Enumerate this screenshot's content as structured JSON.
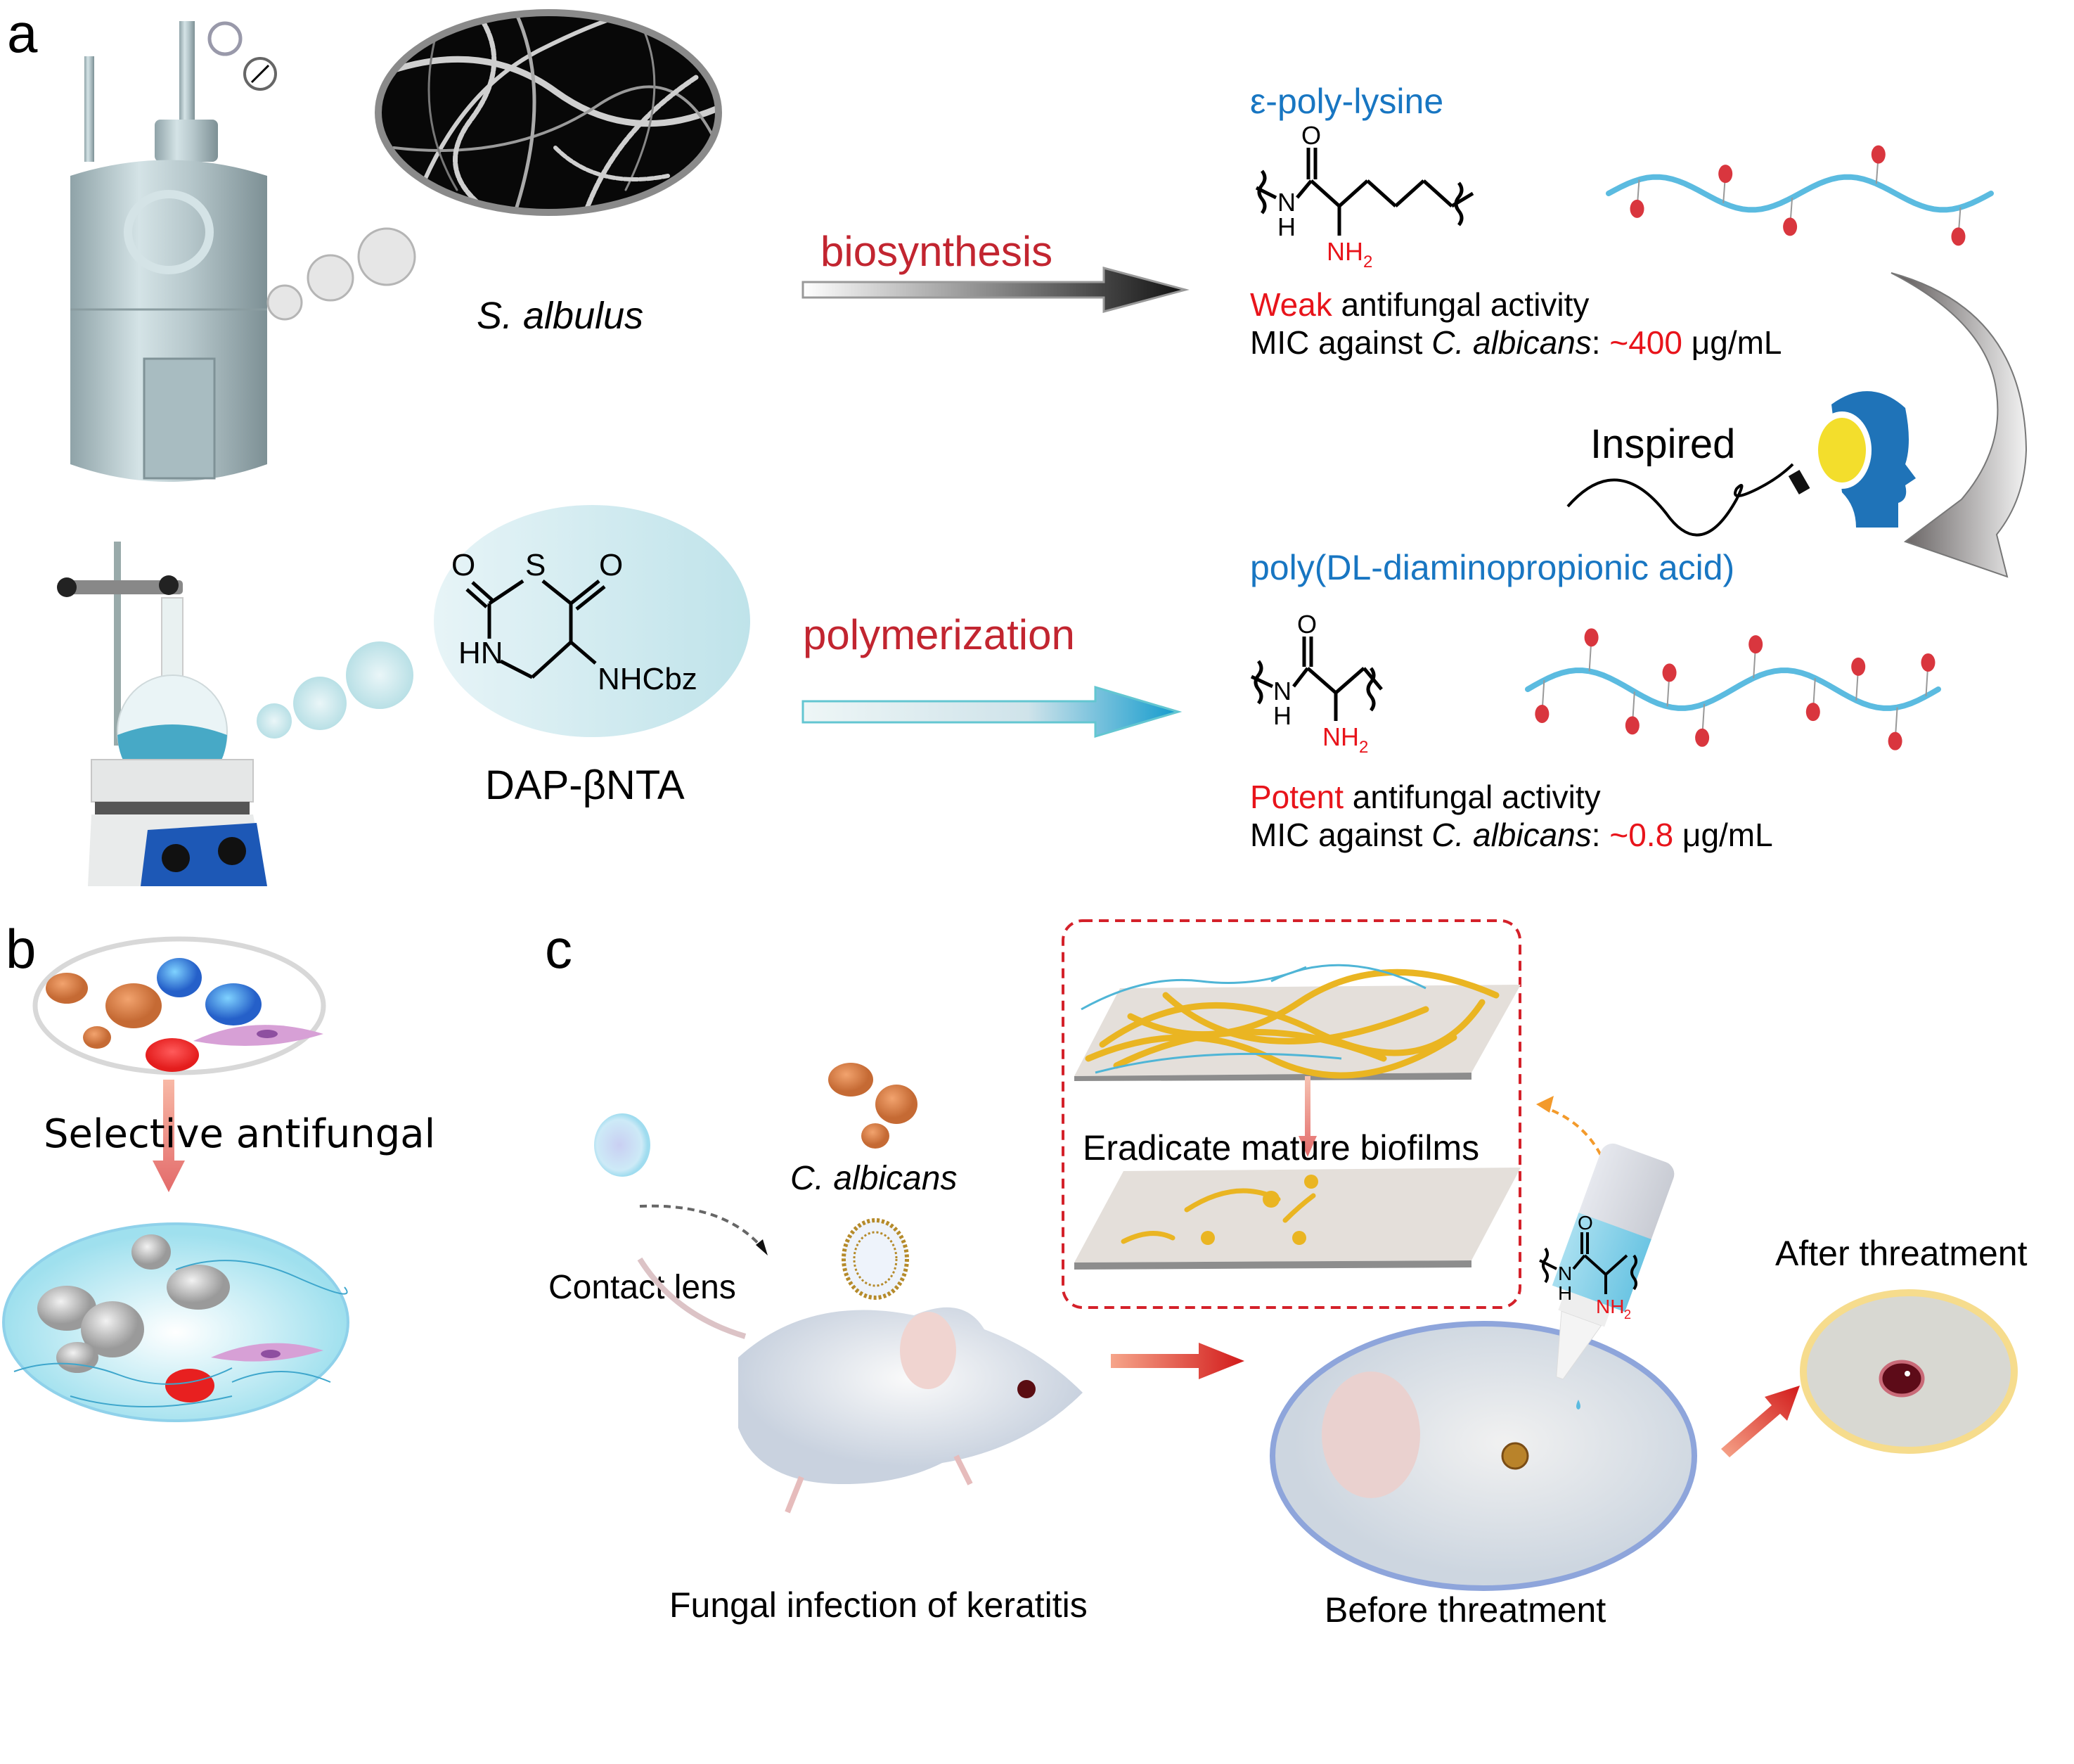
{
  "panels": {
    "a": {
      "label": "a",
      "organism": "S. albulus",
      "process_top": "biosynthesis",
      "process_bottom": "polymerization",
      "monomer": "DAP-βNTA",
      "monomer_structure": {
        "o1": "O",
        "s": "S",
        "o2": "O",
        "hn": "HN",
        "sub": "NHCbz"
      },
      "inspired": "Inspired",
      "polymer_top": {
        "name": "ε-poly-lysine",
        "activity_qualifier": "Weak",
        "activity_rest": " antifungal activity",
        "mic_prefix": "MIC against ",
        "mic_species": "C. albicans",
        "mic_colon": ": ",
        "mic_value": "~400",
        "mic_unit": " μg/mL"
      },
      "polymer_bottom": {
        "name": "poly(DL-diaminopropionic acid)",
        "activity_qualifier": "Potent",
        "activity_rest": " antifungal activity",
        "mic_prefix": "MIC against ",
        "mic_species": "C. albicans",
        "mic_colon": ": ",
        "mic_value": "~0.8",
        "mic_unit": " μg/mL"
      },
      "structure_labels": {
        "o": "O",
        "n": "N",
        "h": "H",
        "nh": "NH",
        "sub2": "2"
      }
    },
    "b": {
      "label": "b",
      "caption": "Selective antifungal"
    },
    "c": {
      "label": "c",
      "organism": "C. albicans",
      "contact_lens": "Contact lens",
      "biofilm": "Eradicate mature biofilms",
      "infection": "Fungal infection of keratitis",
      "before": "Before threatment",
      "after": "After threatment"
    }
  },
  "colors": {
    "accent_red": "#e8141b",
    "process_red": "#c22530",
    "title_blue": "#1876c2",
    "polymer_blue": "#5bbbe0",
    "bead_red": "#d9363e",
    "orange_dash": "#f39a2b"
  }
}
